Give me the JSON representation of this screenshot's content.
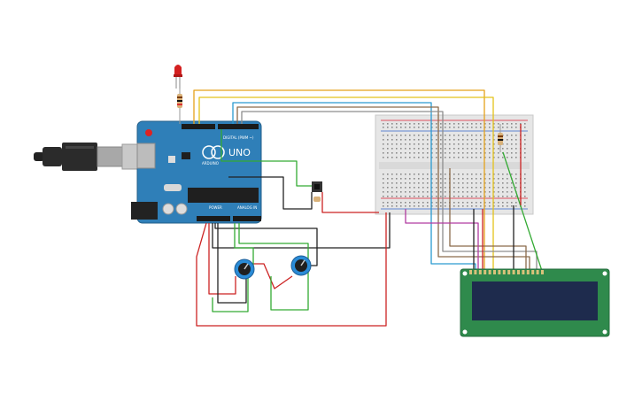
{
  "arduino": {
    "model": "UNO",
    "brand": "ARDUINO",
    "digital_label": "DIGITAL (PWM ~)",
    "power_label": "POWER",
    "analog_label": "ANALOG IN",
    "board_color": "#2f7fb8",
    "chip_color": "#1f1f1f"
  },
  "lcd": {
    "board_color": "#2f8a4c",
    "screen_color": "#1e2b4d"
  },
  "colors": {
    "wire_red": "#cc2222",
    "wire_black": "#222222",
    "wire_green": "#33aa33",
    "wire_orange": "#e5a21b",
    "wire_yellow": "#e3c21a",
    "wire_blue": "#2a9ad0",
    "wire_brown": "#8a6a4a",
    "wire_gray": "#8d8d8d",
    "wire_purple": "#b03aa0",
    "led_red": "#d42020",
    "breadboard": "#e6e6e6"
  },
  "icons": {
    "led": "red-led-icon",
    "resistor": "resistor-icon",
    "potentiometer": "potentiometer-icon",
    "usb": "usb-cable-icon",
    "pushbutton": "pushbutton-icon"
  }
}
